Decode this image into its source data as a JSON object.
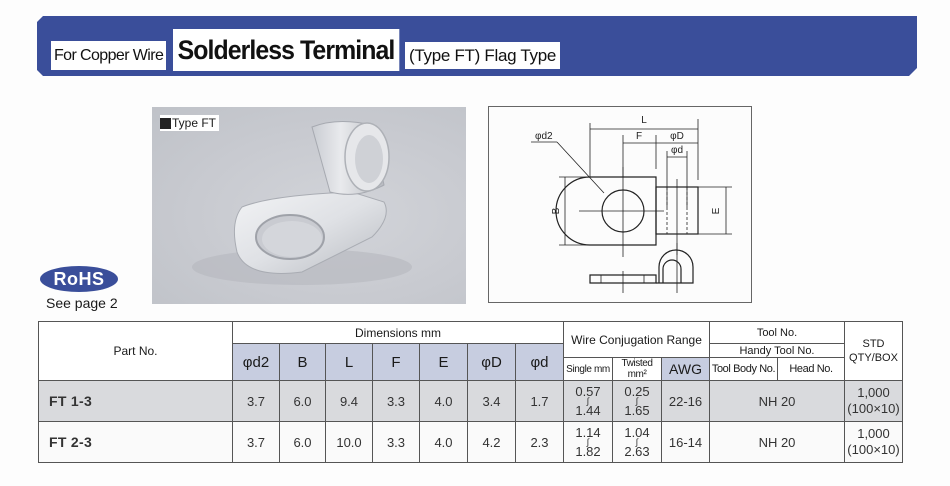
{
  "header": {
    "category": "For Copper Wire",
    "title": "Solderless Terminal",
    "subtitle": "(Type FT) Flag Type",
    "banner_color": "#3a4e9a"
  },
  "photo": {
    "label": "Type FT"
  },
  "diagram": {
    "labels": {
      "L": "L",
      "F": "F",
      "phiD": "φD",
      "phid": "φd",
      "phid2": "φd2",
      "B": "B",
      "E": "E"
    }
  },
  "rohs": {
    "badge": "RoHS",
    "note": "See page 2"
  },
  "table": {
    "headers": {
      "part_no": "Part No.",
      "dimensions": "Dimensions mm",
      "dim_cols": [
        "φd2",
        "B",
        "L",
        "F",
        "E",
        "φD",
        "φd"
      ],
      "wire_range": "Wire Conjugation Range",
      "single": "Single mm",
      "twisted": "Twisted mm²",
      "awg": "AWG",
      "tool_no": "Tool No.",
      "handy_tool": "Handy Tool No.",
      "tool_body": "Tool Body No.",
      "head_no": "Head No.",
      "std_qty_1": "STD",
      "std_qty_2": "QTY/BOX"
    },
    "rows": [
      {
        "part": "FT 1-3",
        "d2": "3.7",
        "B": "6.0",
        "L": "9.4",
        "F": "3.3",
        "E": "4.0",
        "D": "3.4",
        "d": "1.7",
        "single_min": "0.57",
        "single_max": "1.44",
        "twisted_min": "0.25",
        "twisted_max": "1.65",
        "tilde": "∫",
        "awg": "22-16",
        "tool": "NH 20",
        "qty": "1,000",
        "qty_pack": "(100×10)"
      },
      {
        "part": "FT 2-3",
        "d2": "3.7",
        "B": "6.0",
        "L": "10.0",
        "F": "3.3",
        "E": "4.0",
        "D": "4.2",
        "d": "2.3",
        "single_min": "1.14",
        "single_max": "1.82",
        "twisted_min": "1.04",
        "twisted_max": "2.63",
        "tilde": "∫",
        "awg": "16-14",
        "tool": "NH 20",
        "qty": "1,000",
        "qty_pack": "(100×10)"
      }
    ]
  }
}
